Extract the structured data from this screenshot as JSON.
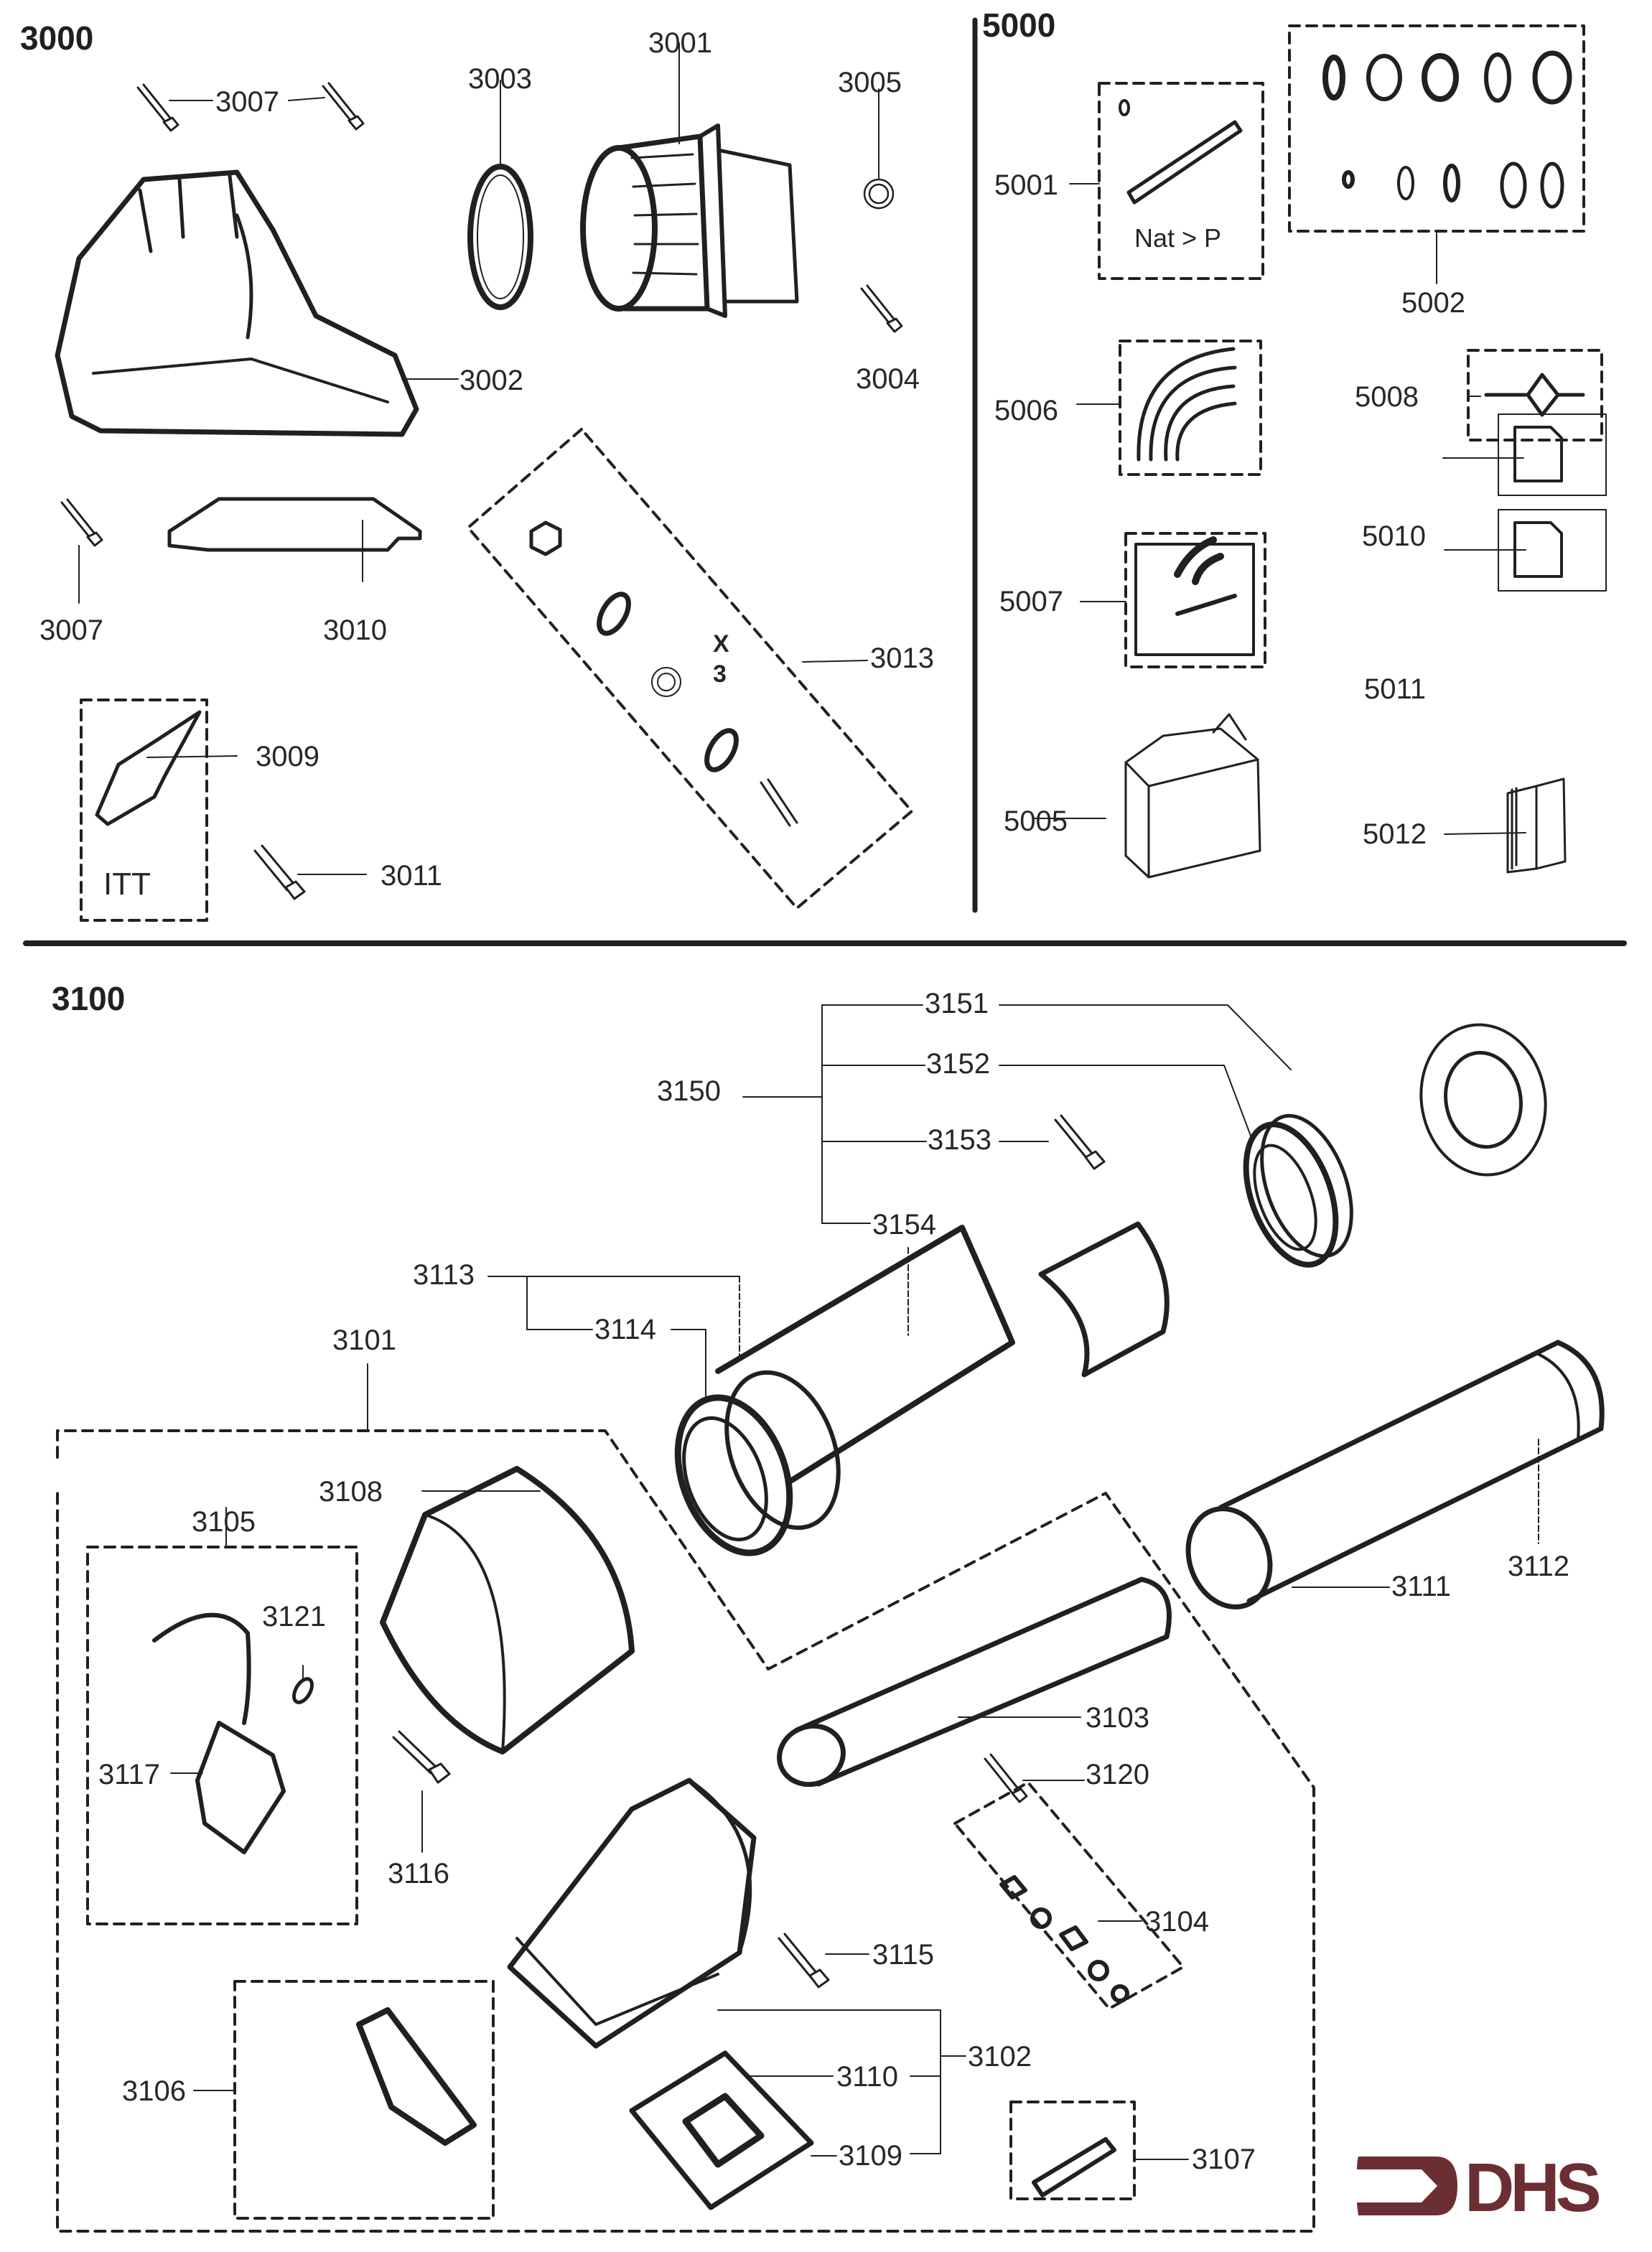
{
  "sections": {
    "s3000": {
      "title": "3000"
    },
    "s5000": {
      "title": "5000"
    },
    "s3100": {
      "title": "3100"
    }
  },
  "labels": {
    "p3001": "3001",
    "p3002": "3002",
    "p3003": "3003",
    "p3004": "3004",
    "p3005": "3005",
    "p3007a": "3007",
    "p3007b": "3007",
    "p3009": "3009",
    "p3010": "3010",
    "p3011": "3011",
    "p3013": "3013",
    "p5001": "5001",
    "p5002": "5002",
    "p5005": "5005",
    "p5006": "5006",
    "p5007": "5007",
    "p5008": "5008",
    "p5010": "5010",
    "p5011": "5011",
    "p5012": "5012",
    "p3101": "3101",
    "p3102": "3102",
    "p3103": "3103",
    "p3104": "3104",
    "p3105": "3105",
    "p3106": "3106",
    "p3107": "3107",
    "p3108": "3108",
    "p3109": "3109",
    "p3110": "3110",
    "p3111": "3111",
    "p3112": "3112",
    "p3113": "3113",
    "p3114": "3114",
    "p3115": "3115",
    "p3116": "3116",
    "p3117": "3117",
    "p3120": "3120",
    "p3121": "3121",
    "p3150": "3150",
    "p3151": "3151",
    "p3152": "3152",
    "p3153": "3153",
    "p3154": "3154"
  },
  "notes": {
    "conversion_kit": "Nat > P",
    "itt_brand": "ITT",
    "qty_x": "X",
    "qty_n": "3"
  },
  "logo": {
    "text": "DHS",
    "color": "#6b2e33"
  }
}
